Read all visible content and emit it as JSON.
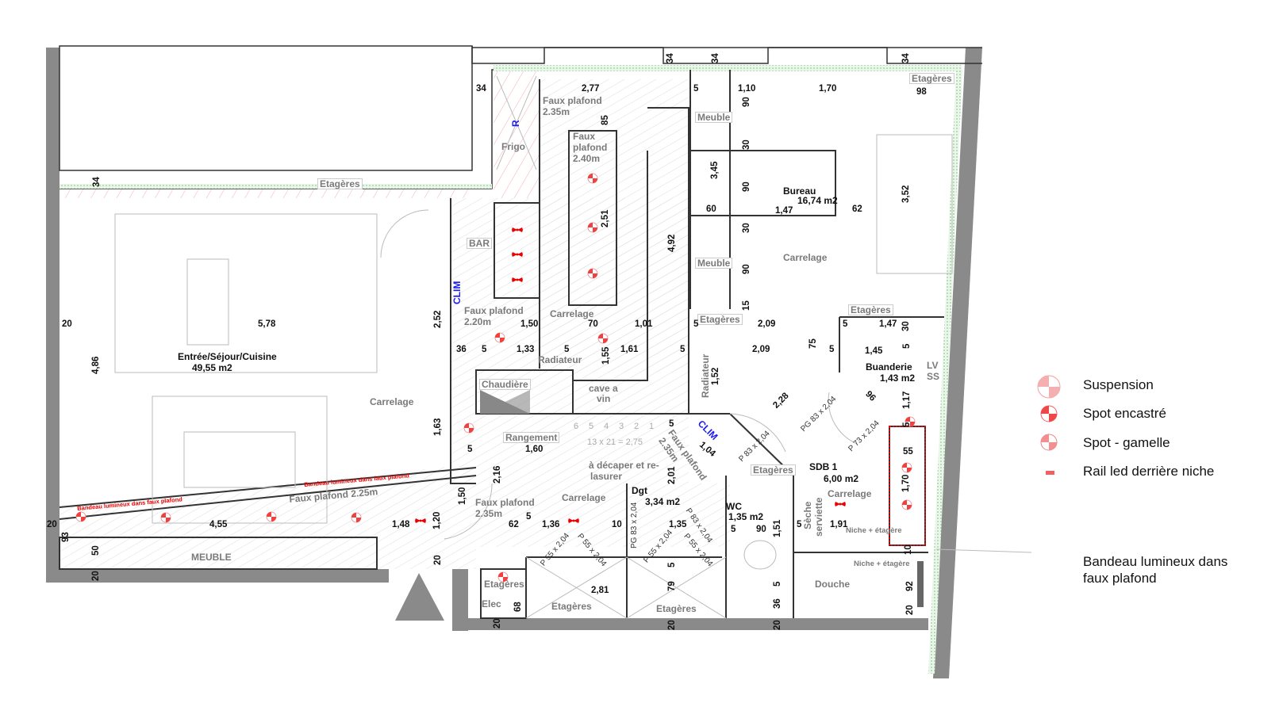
{
  "rooms": {
    "living_name": "Entrée/Séjour/Cuisine",
    "living_area": "49,55 m2",
    "bureau_name": "Bureau",
    "bureau_area": "16,74 m2",
    "buanderie_name": "Buanderie",
    "buanderie_area": "1,43 m2",
    "sdb_name": "SDB 1",
    "sdb_area": "6,00 m2",
    "dgt_name": "Dgt",
    "dgt_area": "3,34 m2",
    "wc_name": "WC",
    "wc_area": "1,35 m2"
  },
  "labels": {
    "carrelage_living": "Carrelage",
    "carrelage_kitchen": "Carrelage",
    "carrelage_bureau": "Carrelage",
    "carrelage_dgt": "Carrelage",
    "carrelage_sdb": "Carrelage",
    "etageres_top": "Etagères",
    "frigo": "Frigo",
    "bar": "BAR",
    "chaudiere": "Chaudière",
    "cave1": "cave a",
    "cave2": "vin",
    "rangement": "Rangement",
    "meuble1": "Meuble",
    "meuble2": "Meuble",
    "etageres_bureau": "Etagères",
    "etageres_buand": "Etagères",
    "etageres_tr": "Etagères",
    "etageres_wc": "Etagères",
    "etageres_elec": "Etagères",
    "elec": "Elec",
    "etageres_p1": "Etagères",
    "etageres_p2": "Etagères",
    "meuble_bas": "MEUBLE",
    "douche": "Douche",
    "lv": "LV",
    "ss": "SS",
    "seche1": "Sèche",
    "seche2": "serviette",
    "radiateur1": "Radiateur",
    "radiateur2": "Radiateur",
    "fp235a_1": "Faux plafond",
    "fp235a_2": "2.35m",
    "fp240_1": "Faux",
    "fp240_2": "plafond",
    "fp240_3": "2.40m",
    "fp220_1": "Faux plafond",
    "fp220_2": "2.20m",
    "fp225": "Faux plafond 2.25m",
    "fp235b_1": "Faux plafond",
    "fp235b_2": "2.35m",
    "fp235c_1": "Faux plafond",
    "fp235c_2": "2.35m",
    "stairs_calc": "13 x 21 = 2,75",
    "decaper1": "à décaper et re-",
    "decaper2": "lasurer",
    "niche1": "Niche + étagère",
    "niche2": "Niche + étagère",
    "clim1": "CLIM",
    "clim2": "CLIM",
    "r": "R",
    "bandeau1": "Bandeau lumineux dans faux plafond",
    "bandeau2": "Bandeau lumineux dans faux plafond",
    "st1": "1",
    "st2": "2",
    "st3": "3",
    "st4": "4",
    "st5": "5",
    "st6": "6"
  },
  "doors": {
    "d1": "P 55 x 2,04",
    "d2": "P 55 x 2,04",
    "d3": "P 55 x 2,04",
    "d4": "P 55 x 2,04",
    "d5": "PG 83 x 2,04",
    "d6": "P 83 x 2,04",
    "d7": "P 83 x 2,04",
    "d8": "PG 83 x 2,04",
    "d9": "P 73 x 2,04"
  },
  "dims": {
    "a1": "34",
    "a2": "34",
    "a3": "34",
    "a4": "34",
    "a5": "34",
    "b1": "2,77",
    "b2": "85",
    "b3": "2,51",
    "b4": "4,92",
    "b5": "5",
    "b6": "1,10",
    "b7": "1,70",
    "b8": "98",
    "c1": "90",
    "c2": "30",
    "c3": "3,45",
    "c4": "90",
    "c5": "60",
    "c6": "1,47",
    "c7": "62",
    "c8": "3,52",
    "c9": "30",
    "c10": "90",
    "c11": "15",
    "e1": "20",
    "e2": "5,78",
    "e3": "4,86",
    "e4": "2,52",
    "e5": "1,50",
    "e6": "70",
    "e7": "1,01",
    "e8": "5",
    "e9": "2,09",
    "e10": "36",
    "e11": "5",
    "e12": "1,33",
    "e13": "5",
    "e14": "1,55",
    "e15": "1,61",
    "e16": "5",
    "e17": "2,09",
    "e18": "75",
    "e19": "5",
    "e20": "1,45",
    "e21": "5",
    "e22": "1,47",
    "e23": "30",
    "e24": "5",
    "e25": "1,52",
    "e26": "1,17",
    "e27": "96",
    "e28": "2,28",
    "e29": "5",
    "f1": "1,63",
    "f2": "5",
    "f3": "1,60",
    "f4": "2,16",
    "f5": "5",
    "f6": "1,04",
    "f7": "2,01",
    "f8": "55",
    "f9": "1,70",
    "g1": "20",
    "g2": "93",
    "g3": "50",
    "g4": "4,55",
    "g5": "1,48",
    "g6": "1,20",
    "g7": "1,50",
    "g8": "62",
    "g9": "5",
    "g10": "1,36",
    "g11": "10",
    "g12": "1,35",
    "g13": "5",
    "g14": "90",
    "g15": "1,51",
    "g16": "5",
    "g17": "1,91",
    "g18": "10",
    "g19": "20",
    "g20": "20",
    "g21": "2,81",
    "g22": "5",
    "g23": "79",
    "g24": "5",
    "g25": "36",
    "g26": "92",
    "g27": "20",
    "g28": "68",
    "g29": "20",
    "g30": "20",
    "g31": "20"
  },
  "legend": {
    "suspension": "Suspension",
    "spot_encastre": "Spot encastré",
    "spot_gamelle": "Spot - gamelle",
    "rail_led": "Rail led derrière niche",
    "bandeau1": "Bandeau lumineux dans",
    "bandeau2": "faux plafond"
  },
  "colors": {
    "wall": "#8a8a8a",
    "light": "#f04040",
    "clim": "#1a1af0",
    "insulation": "#7dc07d"
  }
}
